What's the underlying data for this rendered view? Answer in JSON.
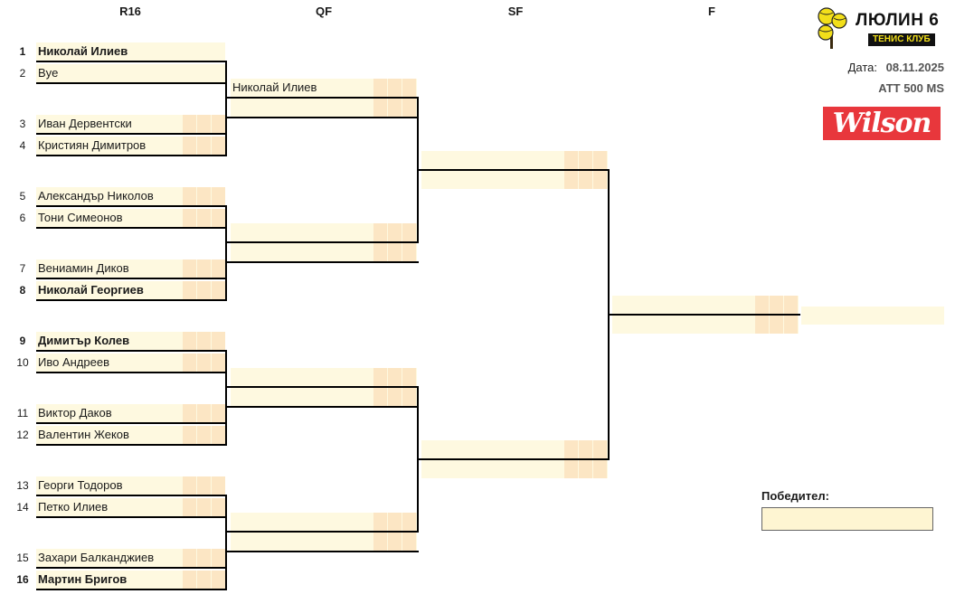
{
  "rounds": [
    "R16",
    "QF",
    "SF",
    "F"
  ],
  "club": {
    "name": "ЛЮЛИН 6",
    "sub": "ТЕНИС КЛУБ"
  },
  "date_label": "Дата:",
  "date_value": "08.11.2025",
  "tournament": "ATT 500 MS",
  "sponsor": "Wilson",
  "winner_label": "Победител:",
  "r16": [
    {
      "seed": "1",
      "name": "Николай Илиев",
      "bold": true
    },
    {
      "seed": "2",
      "name": "Bye",
      "bold": false
    },
    {
      "seed": "3",
      "name": "Иван Дервентски",
      "bold": false
    },
    {
      "seed": "4",
      "name": "Кристиян Димитров",
      "bold": false
    },
    {
      "seed": "5",
      "name": "Александър Николов",
      "bold": false
    },
    {
      "seed": "6",
      "name": "Тони Симеонов",
      "bold": false
    },
    {
      "seed": "7",
      "name": "Вениамин Диков",
      "bold": false
    },
    {
      "seed": "8",
      "name": "Николай Георгиев",
      "bold": true
    },
    {
      "seed": "9",
      "name": "Димитър Колев",
      "bold": true
    },
    {
      "seed": "10",
      "name": "Иво Андреев",
      "bold": false
    },
    {
      "seed": "11",
      "name": "Виктор Даков",
      "bold": false
    },
    {
      "seed": "12",
      "name": "Валентин Жеков",
      "bold": false
    },
    {
      "seed": "13",
      "name": "Георги Тодоров",
      "bold": false
    },
    {
      "seed": "14",
      "name": "Петко Илиев",
      "bold": false
    },
    {
      "seed": "15",
      "name": "Захари Балканджиев",
      "bold": false
    },
    {
      "seed": "16",
      "name": "Мартин Бригов",
      "bold": true
    }
  ],
  "qf": [
    "Николай Илиев",
    "",
    "",
    "",
    "",
    "",
    "",
    ""
  ],
  "sf": [
    "",
    "",
    "",
    ""
  ],
  "f": [
    "",
    ""
  ],
  "champion": ""
}
